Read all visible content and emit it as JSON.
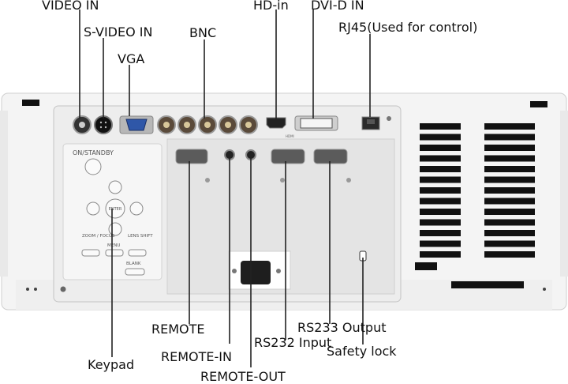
{
  "callouts": {
    "video_in": "VIDEO IN",
    "s_video_in": "S-VIDEO IN",
    "vga": "VGA",
    "bnc": "BNC",
    "hd_in": "HD-in",
    "dvi_d_in": "DVI-D IN",
    "rj45": "RJ45(Used for control)",
    "remote": "REMOTE",
    "remote_in": "REMOTE-IN",
    "remote_out": "REMOTE-OUT",
    "rs232_input": "RS232 Input",
    "rs233_output": "RS233 Output",
    "safety_lock": "Safety lock",
    "keypad": "Keypad"
  },
  "panel": {
    "on_standby": "ON/STANDBY",
    "enter": "ENTER",
    "zoom_focus": "ZOOM / FOCUS",
    "menu": "MENU",
    "lens_shift": "LENS SHIFT",
    "blank": "BLANK",
    "hdmi": "HDMI"
  },
  "colors": {
    "body": "#f2f2f2",
    "panel": "#e8e8e8",
    "line": "#222222"
  }
}
